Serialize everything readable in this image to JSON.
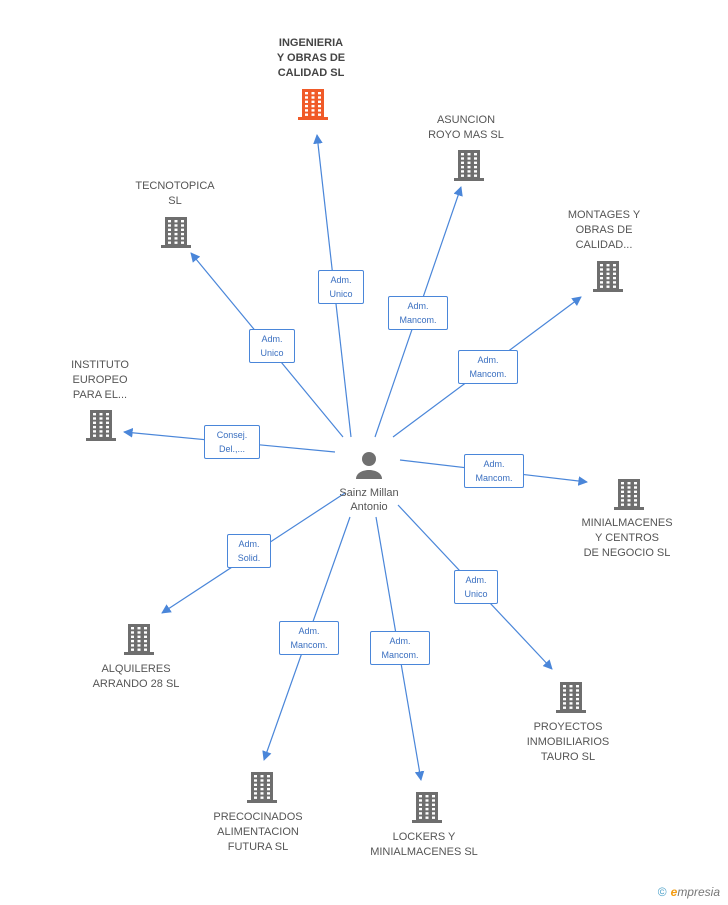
{
  "colors": {
    "edge": "#4a86d9",
    "building": "#6e6e6e",
    "building_main": "#f05a28",
    "person": "#707070"
  },
  "center": {
    "name": "Sainz Millan\nAntonio",
    "icon": "person-icon"
  },
  "nodes": [
    {
      "id": "ingenieria",
      "label": "INGENIERIA\nY OBRAS DE\nCALIDAD SL",
      "main": true,
      "icon": "building-icon"
    },
    {
      "id": "asuncion",
      "label": "ASUNCION\nROYO MAS SL",
      "icon": "building-icon"
    },
    {
      "id": "tecnotopica",
      "label": "TECNOTOPICA\nSL",
      "icon": "building-icon"
    },
    {
      "id": "montages",
      "label": "MONTAGES Y\nOBRAS DE\nCALIDAD...",
      "icon": "building-icon"
    },
    {
      "id": "instituto",
      "label": "INSTITUTO\nEUROPEO\nPARA EL...",
      "icon": "building-icon"
    },
    {
      "id": "minialmacenes",
      "label": "MINIALMACENES\nY CENTROS\nDE NEGOCIO SL",
      "icon": "building-icon"
    },
    {
      "id": "alquileres",
      "label": "ALQUILERES\nARRANDO 28 SL",
      "icon": "building-icon"
    },
    {
      "id": "proyectos",
      "label": "PROYECTOS\nINMOBILIARIOS\nTAURO SL",
      "icon": "building-icon"
    },
    {
      "id": "precocinados",
      "label": "PRECOCINADOS\nALIMENTACION\nFUTURA SL",
      "icon": "building-icon"
    },
    {
      "id": "lockers",
      "label": "LOCKERS Y\nMINIALMACENES SL",
      "icon": "building-icon"
    }
  ],
  "edges": [
    {
      "to": "ingenieria",
      "label": "Adm.\nUnico"
    },
    {
      "to": "asuncion",
      "label": "Adm.\nMancom."
    },
    {
      "to": "tecnotopica",
      "label": "Adm.\nUnico"
    },
    {
      "to": "montages",
      "label": "Adm.\nMancom."
    },
    {
      "to": "instituto",
      "label": "Consej.\nDel.,..."
    },
    {
      "to": "minialmacenes",
      "label": "Adm.\nMancom."
    },
    {
      "to": "alquileres",
      "label": "Adm.\nSolid."
    },
    {
      "to": "proyectos",
      "label": "Adm.\nUnico"
    },
    {
      "to": "precocinados",
      "label": "Adm.\nMancom."
    },
    {
      "to": "lockers",
      "label": "Adm.\nMancom."
    }
  ],
  "watermark": {
    "copyright": "©",
    "brand_e": "e",
    "brand_rest": "mpresia"
  }
}
